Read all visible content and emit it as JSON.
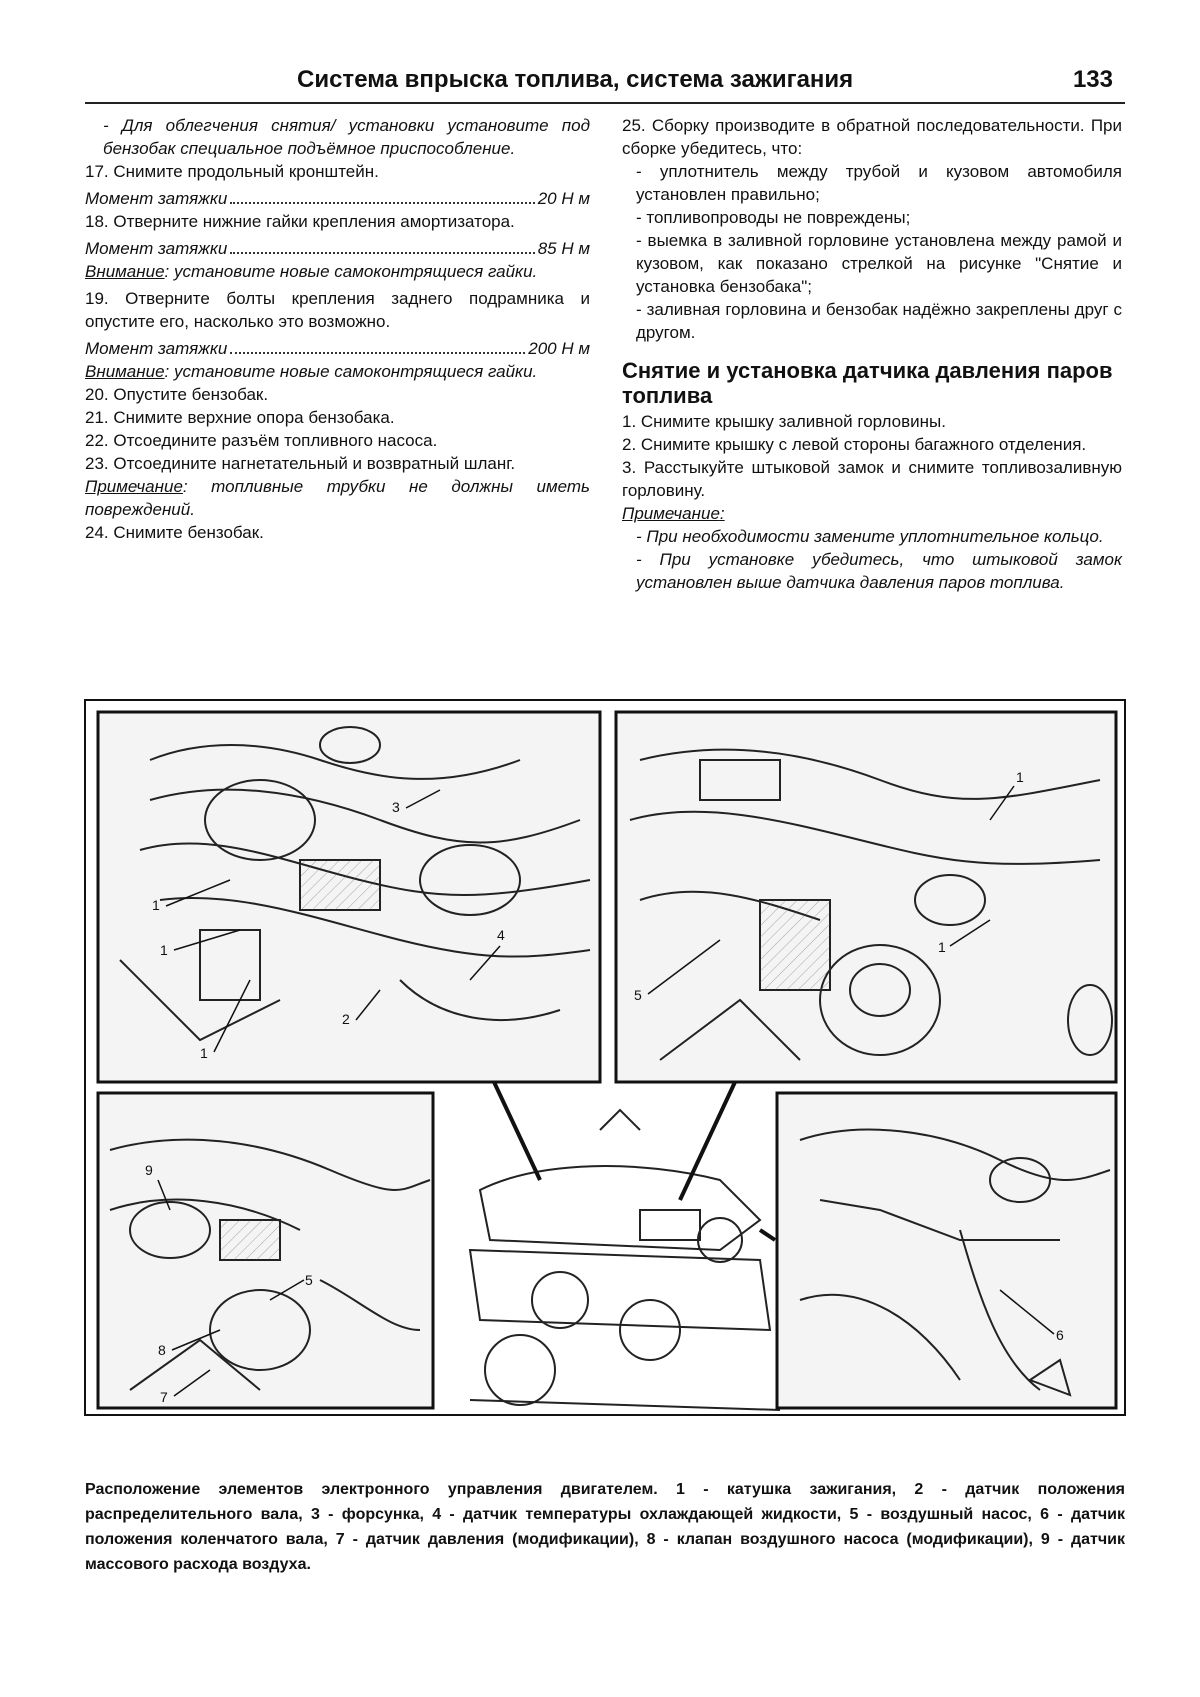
{
  "header": {
    "title": "Система впрыска топлива, система зажигания",
    "page_number": "133"
  },
  "left_column": {
    "note_top": "- Для облегчения снятия/ установки установите под бензобак специальное подъёмное приспособление.",
    "step17": "17. Снимите продольный кронштейн.",
    "torque1": {
      "label": "Момент затяжки",
      "value": "20 Н м"
    },
    "step18": "18. Отверните нижние гайки крепления амортизатора.",
    "torque2": {
      "label": "Момент затяжки",
      "value": "85 Н м"
    },
    "warning1": {
      "label": "Внимание",
      "text": ": установите новые самоконтрящиеся гайки."
    },
    "step19": "19. Отверните болты крепления заднего подрамника и опустите его, насколько это возможно.",
    "torque3": {
      "label": "Момент затяжки",
      "value": "200 Н м"
    },
    "warning2": {
      "label": "Внимание",
      "text": ": установите новые самоконтрящиеся гайки."
    },
    "step20": "20. Опустите бензобак.",
    "step21": "21. Снимите верхние опора бензобака.",
    "step22": "22. Отсоедините разъём топливного насоса.",
    "step23": "23. Отсоедините нагнетательный и возвратный шланг.",
    "note1": {
      "label": "Примечание",
      "text": ": топливные трубки не должны иметь повреждений."
    },
    "step24": "24. Снимите бензобак."
  },
  "right_column": {
    "step25": "25. Сборку производите в обратной последовательности. При сборке убедитесь, что:",
    "checks": [
      "- уплотнитель между трубой и кузовом автомобиля установлен правильно;",
      "- топливопроводы не повреждены;",
      "- выемка в заливной горловине установлена между рамой и кузовом, как показано стрелкой на рисунке \"Снятие и установка бензобака\";",
      "- заливная горловина и бензобак надёжно закреплены друг с другом."
    ],
    "section_title": "Снятие и установка датчика давления паров топлива",
    "steps": [
      "1. Снимите крышку заливной горловины.",
      "2. Снимите крышку с левой стороны багажного отделения.",
      "3. Расстыкуйте штыковой замок и снимите топливозаливную горловину."
    ],
    "note_label": "Примечание",
    "notes": [
      "- При необходимости замените уплотнительное кольцо.",
      "- При установке убедитесь, что штыковой замок установлен выше датчика давления паров топлива."
    ]
  },
  "figure": {
    "callouts": {
      "panel1": [
        "1",
        "1",
        "1",
        "2",
        "3",
        "4"
      ],
      "panel2": [
        "1",
        "1",
        "5"
      ],
      "panel3": [
        "9",
        "5",
        "8",
        "7"
      ],
      "panel4": [
        "6"
      ]
    }
  },
  "caption": "Расположение элементов электронного управления двигателем. 1 - катушка зажигания, 2 - датчик положения распределительного вала, 3 - форсунка, 4 - датчик температуры охлаждающей жидкости, 5 - воздушный насос, 6 - датчик положения коленчатого вала, 7 - датчик давления (модификации), 8 - клапан воздушного насоса (модификации), 9 - датчик массового расхода воздуха.",
  "colors": {
    "ink": "#111111",
    "paper": "#ffffff"
  }
}
